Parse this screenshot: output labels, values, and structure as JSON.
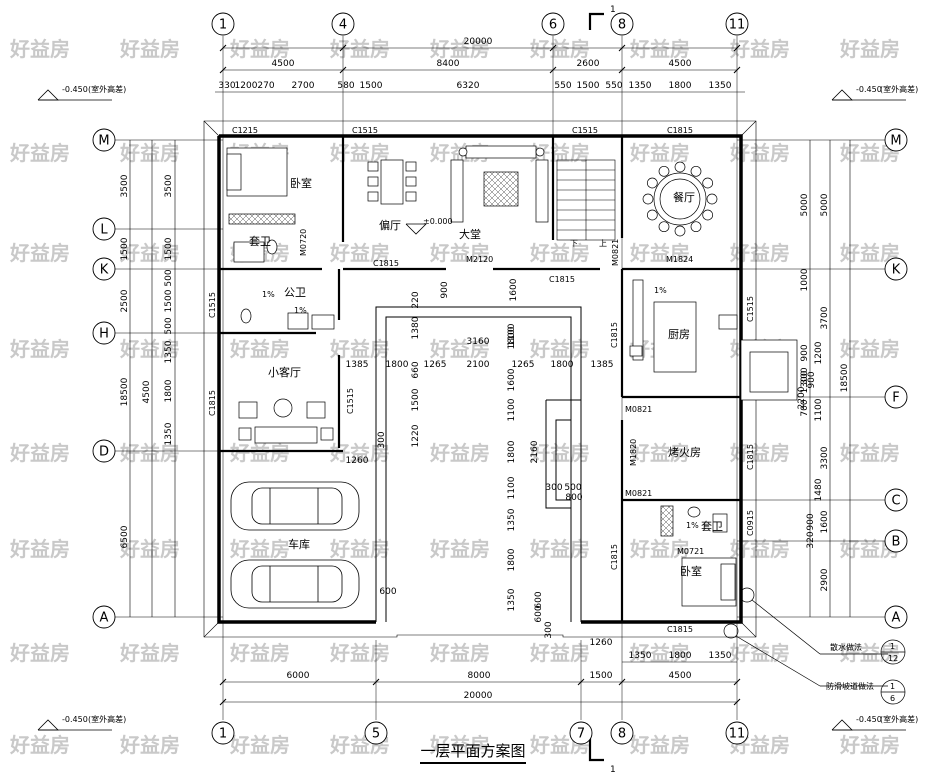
{
  "title": "一层平面方案图",
  "section_mark": "1",
  "watermark": "好益房",
  "axes": {
    "top": [
      "1",
      "4",
      "6",
      "8",
      "11"
    ],
    "bottom": [
      "1",
      "5",
      "7",
      "8",
      "11"
    ],
    "left": [
      "M",
      "L",
      "K",
      "H",
      "D",
      "A"
    ],
    "right": [
      "M",
      "K",
      "F",
      "C",
      "B",
      "A"
    ]
  },
  "dims": {
    "top_total": "20000",
    "top_row1": [
      "4500",
      "8400",
      "2600",
      "4500"
    ],
    "top_row2": [
      "330",
      "1200",
      "270",
      "2700",
      "580",
      "1500",
      "6320",
      "550",
      "1500",
      "550",
      "1350",
      "1800",
      "1350"
    ],
    "bottom_row1": [
      "6000",
      "8000",
      "1500",
      "4500"
    ],
    "bottom_total": "20000",
    "bottom_row2": [
      "1350",
      "1800",
      "1350"
    ],
    "left_outer": [
      "3500",
      "1500",
      "2500",
      "18500",
      "6500"
    ],
    "left_inner": [
      "3500",
      "1500",
      "500",
      "1500",
      "500",
      "1350",
      "1800",
      "4500",
      "1350"
    ],
    "right_outer": [
      "5000",
      "3700",
      "18500",
      "3300",
      "1600",
      "2900"
    ],
    "right_inner": [
      "5000",
      "1000",
      "900",
      "1200",
      "300",
      "900",
      "700",
      "1100",
      "1300",
      "1480",
      "900",
      "320"
    ],
    "inner": [
      "1385",
      "1800",
      "1265",
      "2100",
      "1265",
      "1800",
      "1385",
      "3160",
      "1800",
      "1600",
      "900",
      "1380",
      "220",
      "660",
      "1500",
      "1220",
      "1100",
      "1600",
      "1800",
      "2160",
      "1100",
      "1350",
      "1800",
      "1350",
      "300",
      "500",
      "800",
      "600",
      "300",
      "1260",
      "1260",
      "600",
      "300",
      "2200",
      "1100",
      "600"
    ]
  },
  "elevations": {
    "outdoor": "-0.450",
    "outdoor_note": "(室外高差)",
    "floor": "±0.000"
  },
  "rooms": {
    "bedroom1": "卧室",
    "bath1": "套卫",
    "side_hall": "偏厅",
    "main_hall": "大堂",
    "dining": "餐厅",
    "public_wc": "公卫",
    "kitchen": "厨房",
    "small_living": "小客厅",
    "fire_room": "烤火房",
    "garage": "车库",
    "bath2": "套卫",
    "bedroom2": "卧室",
    "stair_down": "下",
    "stair_up": "上"
  },
  "labels": {
    "w_c1215": "C1215",
    "w_c1515a": "C1515",
    "w_c1515b": "C1515",
    "w_c1815_top": "C1815",
    "w_c1815_mid": "C1815",
    "w_c1515_left": "C1515",
    "w_c1815_left": "C1815",
    "w_c1515_living": "C1515",
    "w_c1815_kitchen": "C1815",
    "w_c1515_kitchen_r": "C1515",
    "w_c1815_fire": "C1815",
    "w_c0915": "C0915",
    "w_c1815_bed": "C1815",
    "w_c1815_bottom": "C1815",
    "w_m2120": "M2120",
    "w_m1824": "M1824",
    "w_m0720": "M0720",
    "w_m0821a": "M0821",
    "w_m0821b": "M0821",
    "w_m0821c": "M0821",
    "w_m1820": "M1820",
    "w_m0721": "M0721",
    "slope1": "1%",
    "slope2": "1%",
    "slope3": "1%",
    "slope4": "1%"
  },
  "details": [
    {
      "text": "散水做法",
      "ref": "1",
      "sheet": "12"
    },
    {
      "text": "防滑坡道做法",
      "ref": "1",
      "sheet": "6"
    }
  ]
}
